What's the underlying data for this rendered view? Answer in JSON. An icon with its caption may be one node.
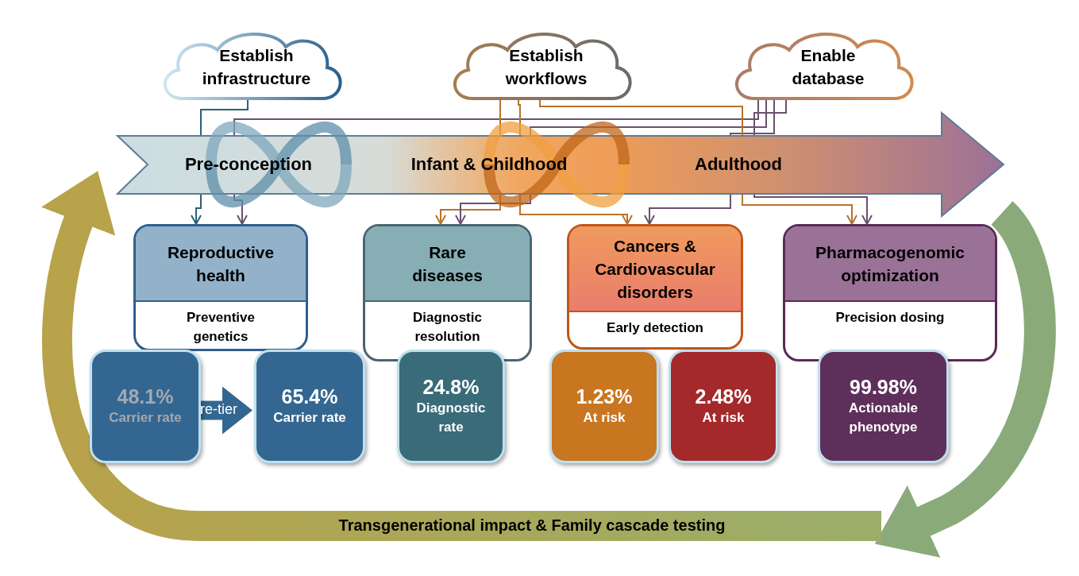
{
  "diagram": {
    "nodes": [
      {
        "text": [
          "Establish infrastructure"
        ]
      },
      {
        "text": [
          "Establish workflows"
        ]
      },
      {
        "text": [
          "Enable database"
        ]
      },
      {
        "text": [
          "Pre-conception",
          "Infant & Childhood",
          "Adulthood"
        ]
      },
      {
        "text": [
          "Reproductive health",
          "Preventive genetics"
        ]
      },
      {
        "text": [
          "Rare diseases",
          "Diagnostic resolution"
        ]
      },
      {
        "text": [
          "Cancers & Cardiovascular disorders",
          "Early detection"
        ]
      },
      {
        "text": [
          "Pharmacogenomic optimization",
          "Precision dosing"
        ]
      },
      {
        "text": [
          "48.1%",
          "Carrier rate"
        ]
      },
      {
        "text": [
          "65.4%",
          "Carrier rate"
        ]
      },
      {
        "text": [
          "24.8%",
          "Diagnostic rate"
        ]
      },
      {
        "text": [
          "1.23%",
          "At risk"
        ]
      },
      {
        "text": [
          "2.48%",
          "At risk"
        ]
      },
      {
        "text": [
          "99.98%",
          "Actionable phenotype"
        ]
      }
    ],
    "edges": [
      {
        "from": 0,
        "to": 3,
        "arrow": "none",
        "color": "#2b5f7e"
      },
      {
        "from": 2,
        "to": 3,
        "arrow": "none"
      },
      {
        "from": 1,
        "to": 3,
        "arrow": "none",
        "color": "#b8732a"
      },
      {
        "from": 2,
        "to": 3,
        "arrow": "none"
      },
      {
        "from": 1,
        "to": 3,
        "arrow": "none",
        "color": "#b8732a"
      },
      {
        "from": 2,
        "to": 3,
        "arrow": "none"
      },
      {
        "from": 1,
        "to": 3,
        "arrow": "none",
        "color": "#b8732a"
      },
      {
        "from": 2,
        "to": 3,
        "arrow": "none"
      },
      {
        "from": 3,
        "to": 4,
        "arrow": "to",
        "color": "#2b5f7e"
      },
      {
        "from": 3,
        "to": 4,
        "arrow": "to"
      },
      {
        "from": 3,
        "to": 5,
        "arrow": "to",
        "color": "#b8732a"
      },
      {
        "from": 3,
        "to": 5,
        "arrow": "to"
      },
      {
        "from": 3,
        "to": 6,
        "arrow": "to",
        "color": "#b8732a"
      },
      {
        "from": 3,
        "to": 6,
        "arrow": "to"
      },
      {
        "from": 3,
        "to": 7,
        "arrow": "to",
        "color": "#b8732a"
      },
      {
        "from": 3,
        "to": 7,
        "arrow": "to"
      },
      {
        "from": 8,
        "to": 9,
        "arrow": "to",
        "label": "re-tier",
        "style": "thick",
        "color": "#336791"
      }
    ],
    "labels": [
      "Transgenerational impact & Family cascade testing"
    ]
  }
}
